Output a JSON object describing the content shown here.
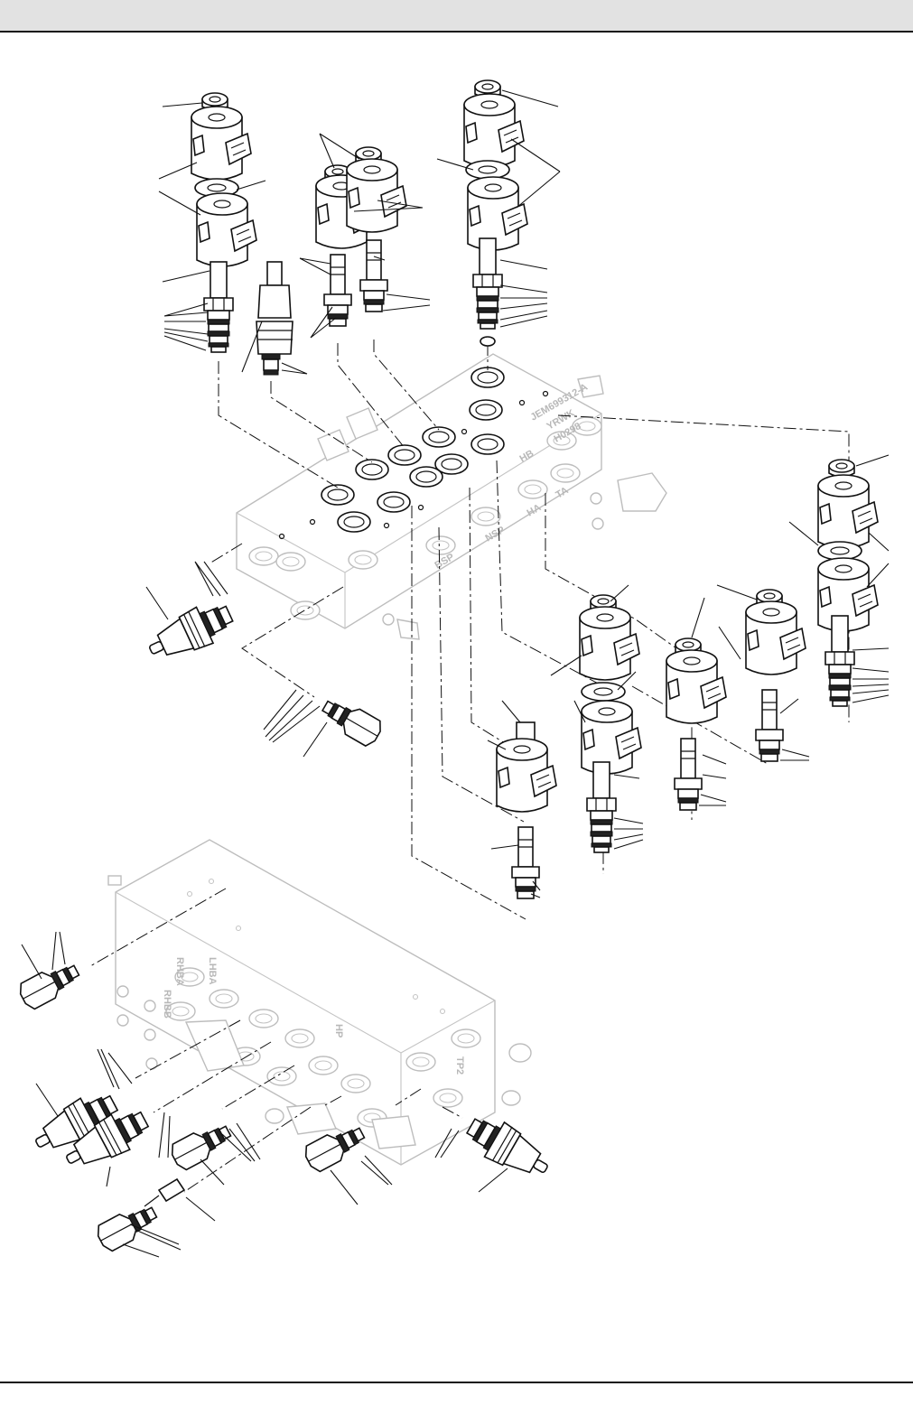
{
  "manifold_upper": {
    "stamp_lines": [
      "JEM699312-A",
      "YRWK",
      "H0298"
    ],
    "port_labels": [
      "HB",
      "HA",
      "TA",
      "NSP",
      "BSP"
    ]
  },
  "manifold_lower": {
    "port_labels": [
      "RHBA",
      "LHBA",
      "RHBB",
      "HP",
      "TP2"
    ]
  }
}
